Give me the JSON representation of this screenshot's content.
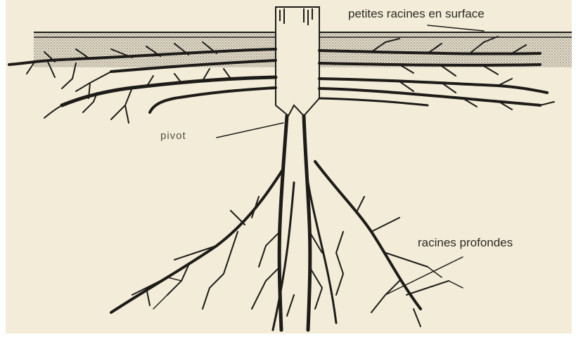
{
  "diagram": {
    "labels": {
      "surface_roots": "petites racines en surface",
      "taproot": "pivot",
      "deep_roots": "racines profondes"
    },
    "colors": {
      "background": "#f3ecd8",
      "ink": "#1d1c19",
      "soil_band": "#c9c2b2"
    }
  }
}
